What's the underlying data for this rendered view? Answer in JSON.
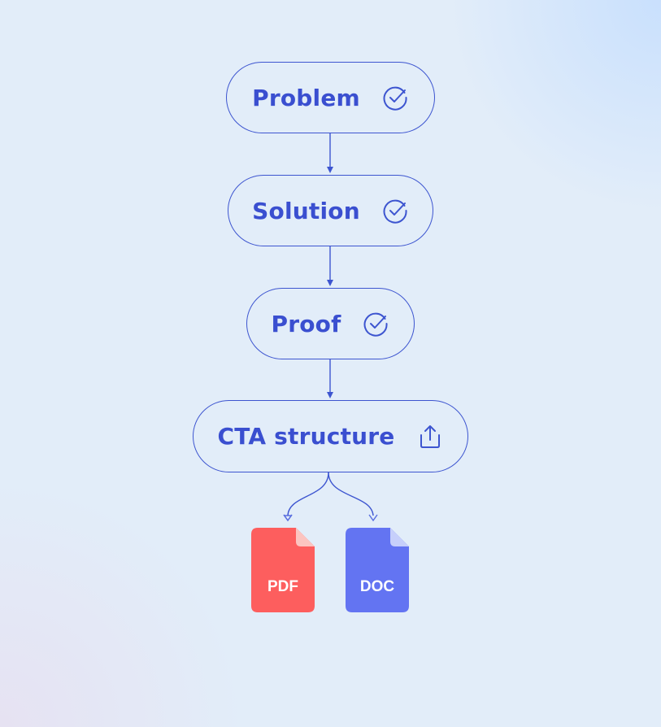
{
  "nodes": [
    {
      "label": "Problem",
      "icon": "check-circle-icon"
    },
    {
      "label": "Solution",
      "icon": "check-circle-icon"
    },
    {
      "label": "Proof",
      "icon": "check-circle-icon"
    },
    {
      "label": "CTA structure",
      "icon": "share-upload-icon"
    }
  ],
  "outputs": [
    {
      "label": "PDF",
      "color": "#fd5e5e",
      "fold_color": "#fcc4c0"
    },
    {
      "label": "DOC",
      "color": "#6374f2",
      "fold_color": "#c6cffb"
    }
  ],
  "colors": {
    "accent": "#3d55d0"
  }
}
